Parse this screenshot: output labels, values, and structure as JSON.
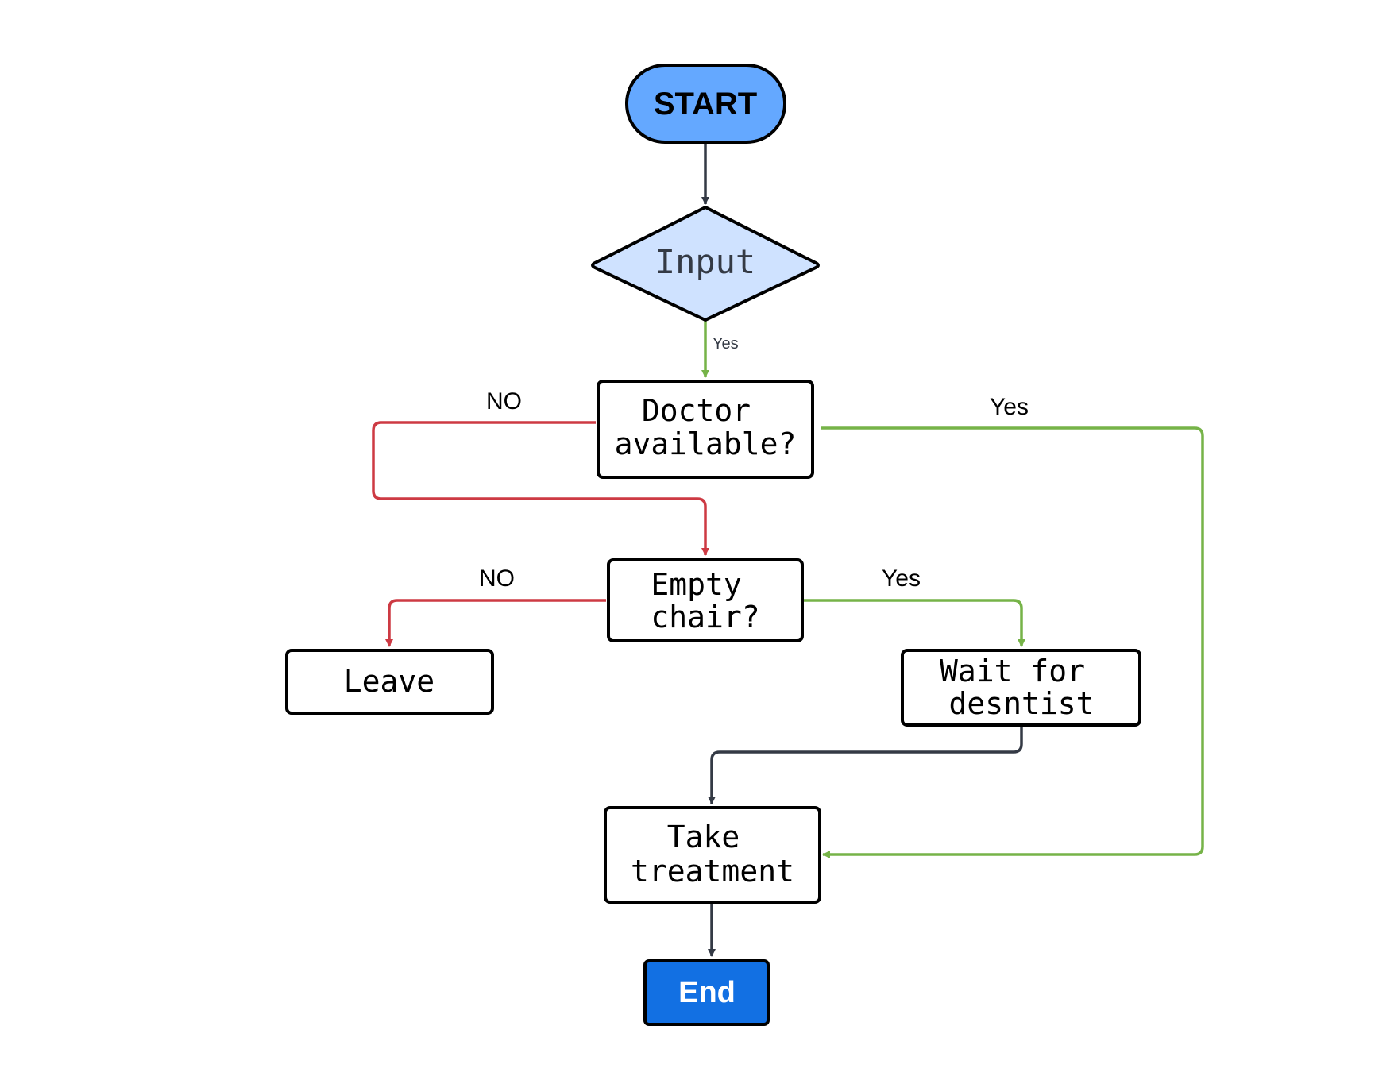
{
  "colors": {
    "start_fill": "#64A8FF",
    "input_fill": "#CFE2FF",
    "end_fill": "#1270E3",
    "stroke": "#000000",
    "edge_dark": "#343A45",
    "edge_yes": "#76B348",
    "edge_no": "#CD3A43"
  },
  "nodes": {
    "start": "START",
    "input": "Input",
    "doctor": [
      "Doctor",
      "available?"
    ],
    "chair": [
      "Empty",
      "chair?"
    ],
    "leave": "Leave",
    "wait": [
      "Wait for",
      "desntist"
    ],
    "treatment": [
      "Take",
      "treatment"
    ],
    "end": "End"
  },
  "edge_labels": {
    "input_yes": "Yes",
    "doctor_no": "NO",
    "doctor_yes": "Yes",
    "chair_no": "NO",
    "chair_yes": "Yes"
  }
}
